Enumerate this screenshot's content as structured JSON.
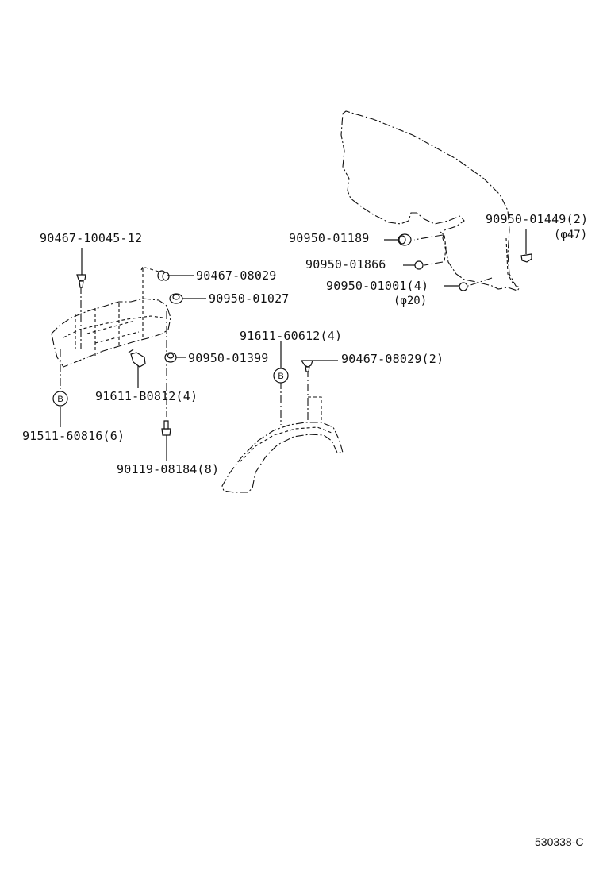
{
  "labels": {
    "p1": "90467-10045-12",
    "p2": "90467-08029",
    "p3": "90950-01027",
    "p4": "90950-01399",
    "p5": "91611-B0812(4)",
    "p6": "91511-60816(6)",
    "p7": "90119-08184(8)",
    "p8": "91611-60612(4)",
    "p9": "90467-08029(2)",
    "p10": "90950-01189",
    "p11": "90950-01866",
    "p12": "90950-01001(4)",
    "p12_note": "(φ20)",
    "p13": "90950-01449(2)",
    "p13_note": "(φ47)",
    "ref_left": "B",
    "ref_right": "B",
    "drawing_code": "530338-C"
  }
}
